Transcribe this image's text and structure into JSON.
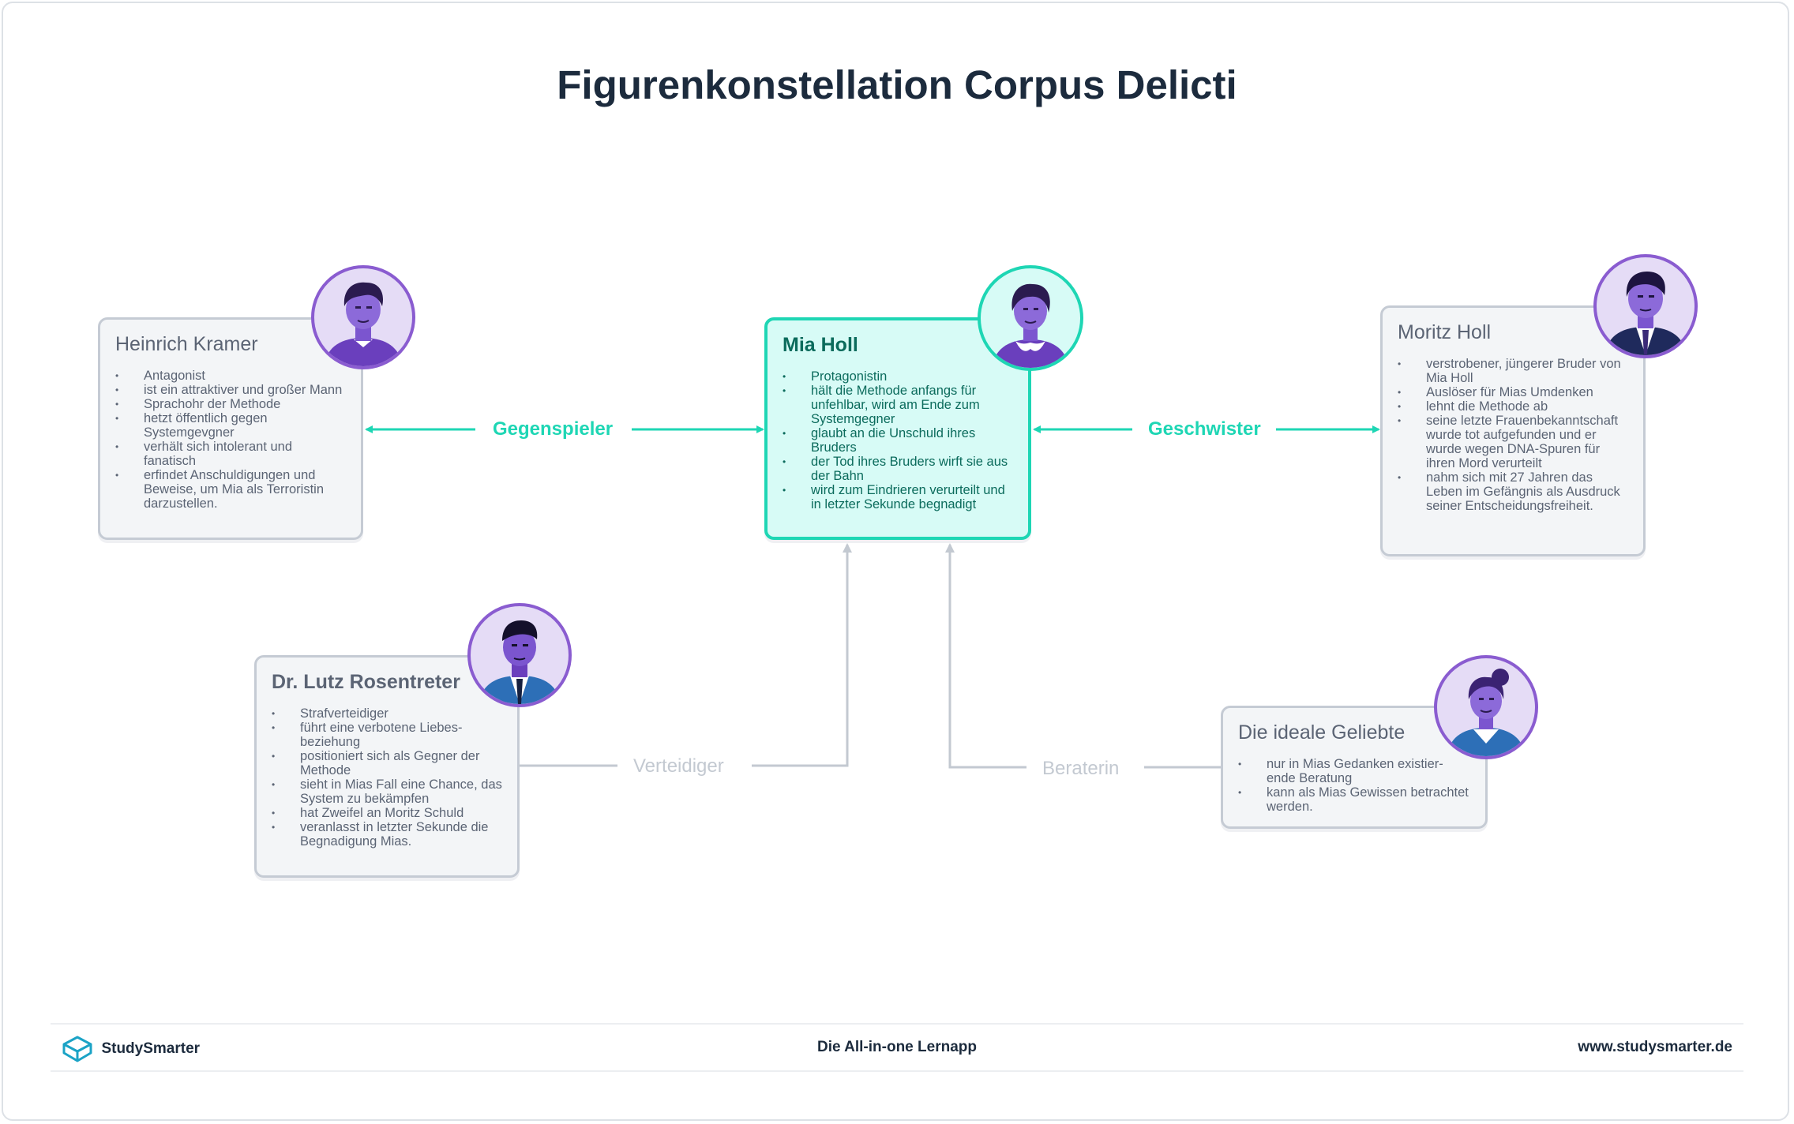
{
  "title": "Figurenkonstellation Corpus Delicti",
  "colors": {
    "accent": "#1ed6b4",
    "avatar_purple": "#8a5cd0",
    "muted": "#c3c9d1",
    "dark": "#1c2b3d"
  },
  "characters": {
    "heinrich": {
      "name": "Heinrich Kramer",
      "points": [
        "Antagonist",
        "ist ein attraktiver und großer Mann",
        "Sprachohr der Methode",
        "hetzt öffentlich gegen Systemgevgner",
        "verhält sich intolerant und fanatisch",
        "erfindet Anschuldigungen und Beweise, um Mia als Terroristin darzustellen."
      ]
    },
    "mia": {
      "name": "Mia Holl",
      "points": [
        "Protagonistin",
        "hält die Methode anfangs für unfehlbar, wird am Ende zum Systemgegner",
        "glaubt an die Unschuld ihres Bruders",
        "der Tod ihres Bruders wirft sie aus der Bahn",
        "wird zum Eindrieren verurteilt und in letzter Sekunde begnadigt"
      ]
    },
    "moritz": {
      "name": "Moritz Holl",
      "points": [
        "verstrobener, jüngerer Bruder von Mia Holl",
        "Auslöser für Mias Umdenken",
        "lehnt die Methode ab",
        "seine letzte Frauenbekanntschaft wurde tot aufgefunden und er wurde wegen DNA-Spuren für ihren Mord verurteilt",
        "nahm sich mit 27 Jahren das Leben im Gefängnis als Ausdruck seiner Entscheidungsfreiheit."
      ]
    },
    "lutz": {
      "name": "Dr. Lutz Rosentreter",
      "points": [
        "Strafverteidiger",
        "führt eine verbotene Liebes-beziehung",
        "positioniert sich als Gegner der Methode",
        "sieht in Mias Fall eine Chance, das System zu bekämpfen",
        "hat Zweifel an Moritz Schuld",
        "veranlasst in letzter Sekunde die Begnadigung Mias."
      ]
    },
    "geliebte": {
      "name": "Die ideale Geliebte",
      "points": [
        "nur in Mias Gedanken existier-ende Beratung",
        "kann als Mias Gewissen betrachtet werden."
      ]
    }
  },
  "links": {
    "gegenspieler": "Gegenspieler",
    "geschwister": "Geschwister",
    "verteidiger": "Verteidiger",
    "beraterin": "Beraterin"
  },
  "footer": {
    "brand": "StudySmarter",
    "tagline": "Die All-in-one Lernapp",
    "url": "www.studysmarter.de"
  }
}
